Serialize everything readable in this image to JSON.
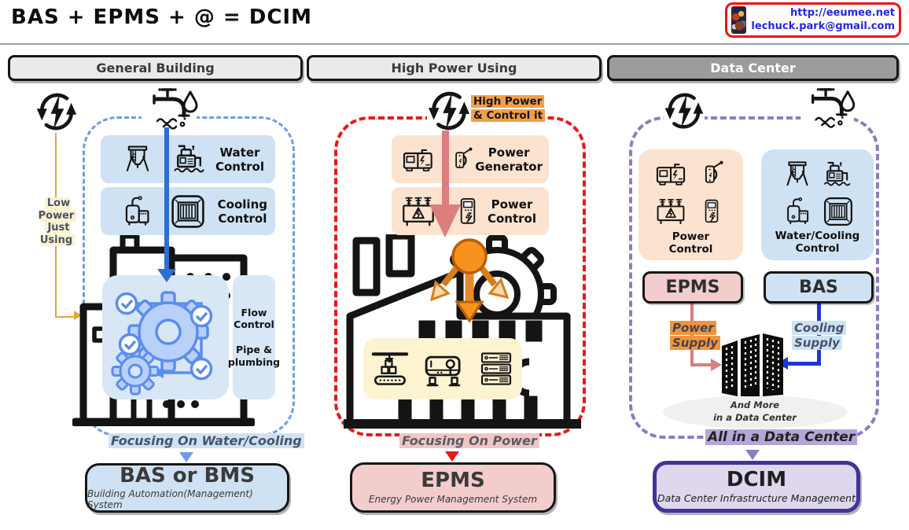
{
  "title": "BAS + EPMS + @ = DCIM",
  "badge": {
    "url": "http://eeumee.net",
    "email": "lechuck.park@gmail.com"
  },
  "section_headers": {
    "general": "General Building",
    "high_power": "High Power Using",
    "data_center": "Data Center"
  },
  "general": {
    "low_power_line1": "Low Power",
    "low_power_line2": "Just Using",
    "water_box": {
      "line1": "Water",
      "line2": "Control"
    },
    "cooling_box": {
      "line1": "Cooling",
      "line2": "Control"
    },
    "flow_box": {
      "line1": "Flow",
      "line2": "Control",
      "line3": "Pipe &",
      "line4": "plumbing"
    },
    "focusing": "Focusing On Water/Cooling",
    "result": {
      "title": "BAS or BMS",
      "subtitle": "Building Automation(Management) System"
    }
  },
  "high_power": {
    "note_line1": "High Power",
    "note_line2": "& Control it",
    "generator_box": {
      "line1": "Power",
      "line2": "Generator"
    },
    "control_box": {
      "line1": "Power",
      "line2": "Control"
    },
    "focusing": "Focusing On Power",
    "result": {
      "title": "EPMS",
      "subtitle": "Energy Power Management System"
    }
  },
  "data_center": {
    "power_box": {
      "line1": "Power",
      "line2": "Control"
    },
    "water_box": {
      "line1": "Water/Cooling",
      "line2": "Control"
    },
    "epms_label": "EPMS",
    "bas_label": "BAS",
    "power_supply_line1": "Power",
    "power_supply_line2": "Supply",
    "cooling_supply_line1": "Cooling",
    "cooling_supply_line2": "Supply",
    "more_line1": "And More",
    "more_line2": "in a Data Center",
    "all_label": "All in a Data Center",
    "result": {
      "title": "DCIM",
      "subtitle": "Data Center Infrastructure Management"
    }
  },
  "colors": {
    "general_accent": "#6d9eeb",
    "high_power_accent": "#ee1616",
    "data_center_accent": "#8e7cc3",
    "water_box": "#cfe2f3",
    "power_box": "#fbe3cf",
    "equipment_box": "#fdf3d0",
    "epms_box": "#f3cccc",
    "dcim_box": "#ded7ed",
    "dcim_border": "#41339b",
    "low_power_highlight": "#fdf2cd",
    "high_power_highlight": "#f0a04a",
    "power_supply_highlight": "#f0953f",
    "all_dc_highlight": "#b4a7d6",
    "power_arrow": "#dd7d7d",
    "cooling_arrow": "#1f35d4",
    "low_power_line": "#e8a33d",
    "water_arrow": "#1457c9",
    "share_orange": "#f6921e",
    "badge_border": "#f01414",
    "badge_text": "#2525e8"
  }
}
